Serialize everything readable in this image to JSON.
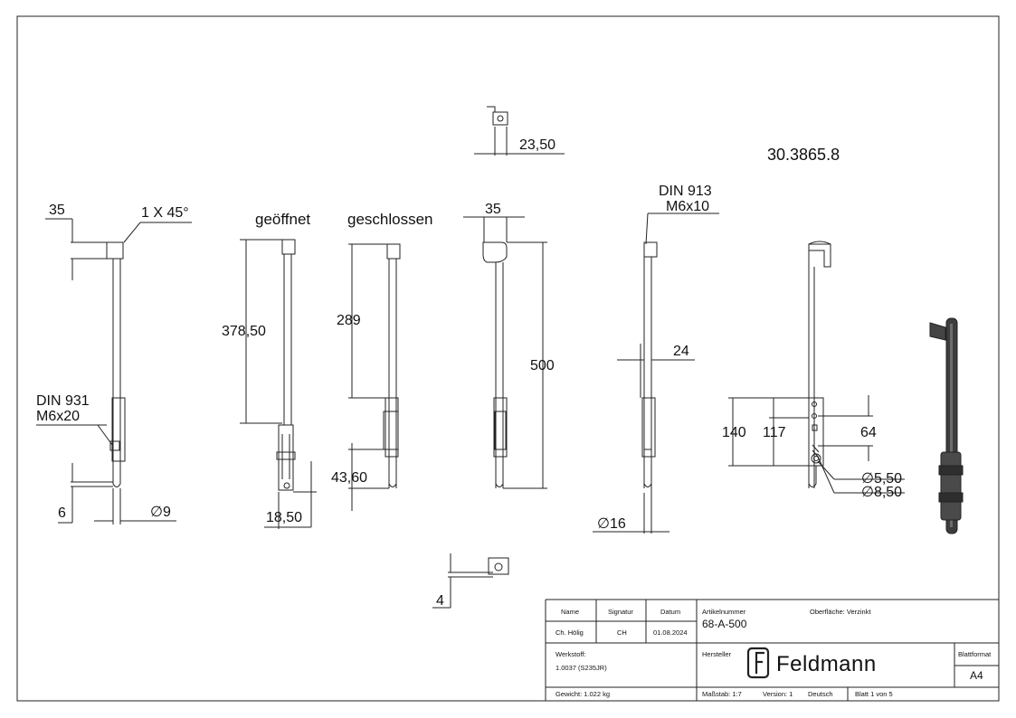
{
  "drawing": {
    "article_ref": "30.3865.8",
    "view_labels": {
      "open": "geöffnet",
      "closed": "geschlossen"
    },
    "dimensions": {
      "top_width": "35",
      "chamfer": "1 X 45°",
      "screw_left_1": "DIN 931",
      "screw_left_2": "M6x20",
      "dim_6": "6",
      "dia_9": "9",
      "len_open": "378,50",
      "w_open": "18,50",
      "len_closed": "289",
      "len_closed_low": "43,60",
      "top_w2": "23,50",
      "width_3": "35",
      "total_len": "500",
      "screw_right_1": "DIN 913",
      "screw_right_2": "M6x10",
      "dim_24": "24",
      "dia_16": "16",
      "dim_140": "140",
      "dim_117": "117",
      "dim_64": "64",
      "hole_1": "5,50",
      "hole_2": "8,50",
      "dim_4": "4"
    },
    "dia_symbol": "∅"
  },
  "title_block": {
    "name_label": "Name",
    "signature_label": "Signatur",
    "date_label": "Datum",
    "name": "Ch. Hölig",
    "signature": "CH",
    "date": "01.08.2024",
    "article_label": "Artikelnummer",
    "article": "68-A-500",
    "surface": "Oberfläche:  Verzinkt",
    "material_label": "Werkstoff:",
    "material": "1.0037 (S235JR)",
    "manufacturer_label": "Hersteller",
    "brand": "Feldmann",
    "format_label": "Blattformat",
    "format": "A4",
    "weight": "Gewicht: 1.022 kg",
    "scale": "Maßstab: 1:7",
    "version": "Version: 1",
    "language": "Deutsch",
    "sheet": "Blatt 1 von 5"
  }
}
